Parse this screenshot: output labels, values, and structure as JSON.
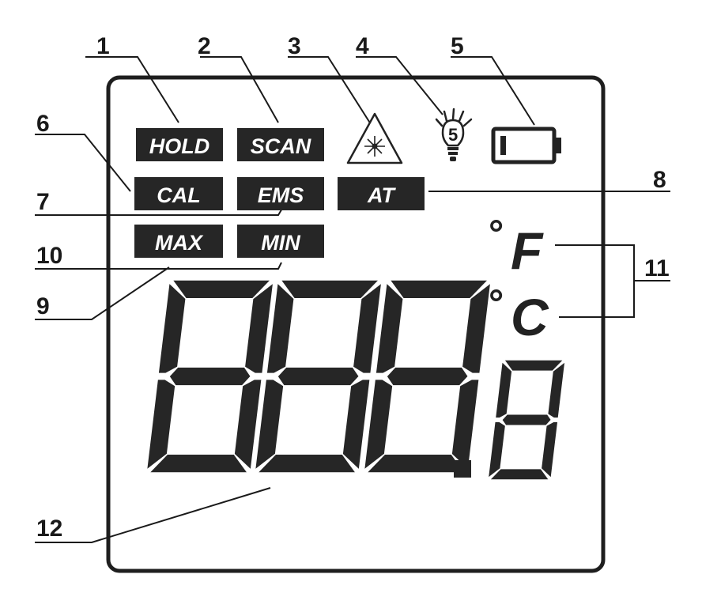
{
  "indicators": {
    "hold": "HOLD",
    "scan": "SCAN",
    "cal": "CAL",
    "ems": "EMS",
    "at": "AT",
    "max": "MAX",
    "min": "MIN"
  },
  "icons": {
    "laser": "laser-warning-icon",
    "backlight": "backlight-bulb-icon",
    "battery": "battery-icon"
  },
  "bulb_label": "5",
  "units": {
    "degree_symbol": "°",
    "fahrenheit": "F",
    "celsius": "C"
  },
  "display_digits": "888.8",
  "callouts": [
    "1",
    "2",
    "3",
    "4",
    "5",
    "6",
    "7",
    "8",
    "9",
    "10",
    "11",
    "12"
  ],
  "colors": {
    "segment": "#262626",
    "indicator_bg": "#262626",
    "indicator_text": "#ffffff",
    "line": "#1a1a1a"
  }
}
